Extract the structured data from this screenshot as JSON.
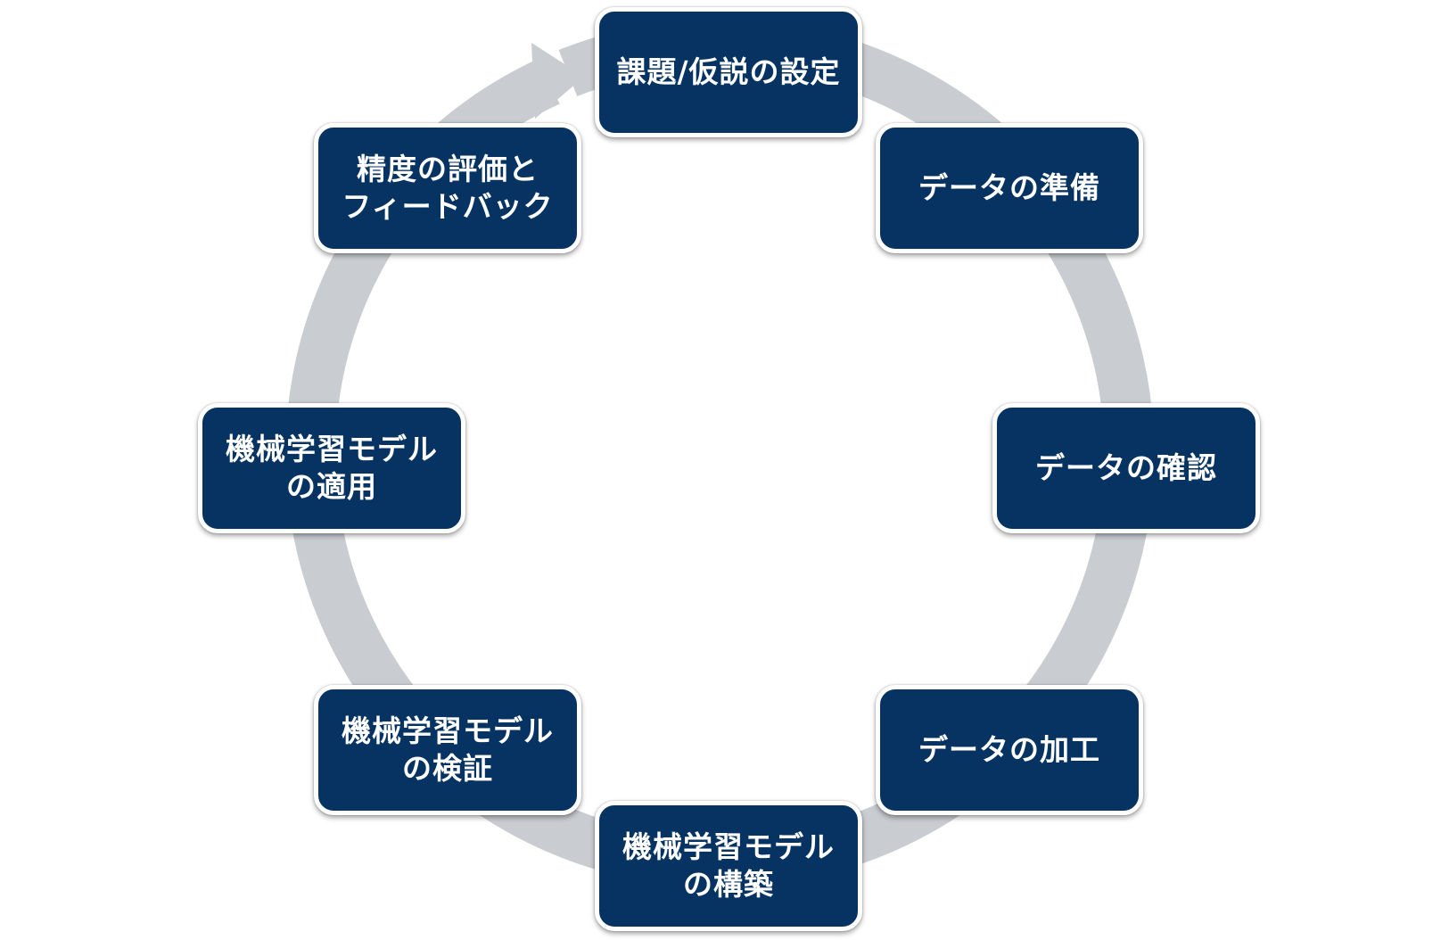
{
  "colors": {
    "box_fill": "#063361",
    "box_border": "#ffffff",
    "ring": "#c9ccd1",
    "text": "#ffffff"
  },
  "steps": [
    {
      "label": "課題/仮説の設定"
    },
    {
      "label": "データの準備"
    },
    {
      "label": "データの確認"
    },
    {
      "label": "データの加工"
    },
    {
      "label": "機械学習モデル\nの構築"
    },
    {
      "label": "機械学習モデル\nの検証"
    },
    {
      "label": "機械学習モデル\nの適用"
    },
    {
      "label": "精度の評価と\nフィードバック"
    }
  ]
}
